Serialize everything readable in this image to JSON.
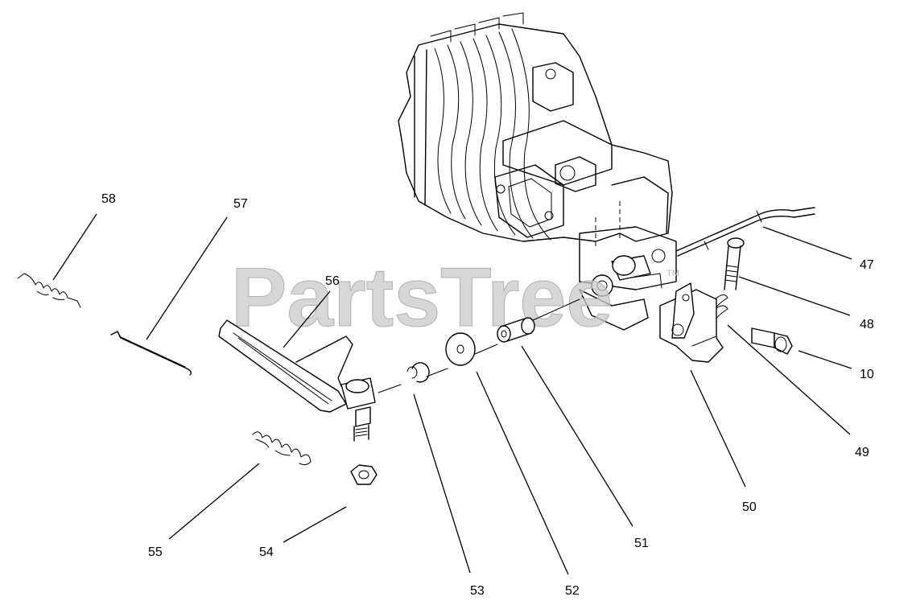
{
  "watermark": {
    "text": "PartsTree",
    "mark": "TM"
  },
  "callouts": [
    {
      "id": "47",
      "label": "47"
    },
    {
      "id": "48",
      "label": "48"
    },
    {
      "id": "10",
      "label": "10"
    },
    {
      "id": "49",
      "label": "49"
    },
    {
      "id": "50",
      "label": "50"
    },
    {
      "id": "51",
      "label": "51"
    },
    {
      "id": "52",
      "label": "52"
    },
    {
      "id": "53",
      "label": "53"
    },
    {
      "id": "54",
      "label": "54"
    },
    {
      "id": "55",
      "label": "55"
    },
    {
      "id": "56",
      "label": "56"
    },
    {
      "id": "57",
      "label": "57"
    },
    {
      "id": "58",
      "label": "58"
    }
  ]
}
